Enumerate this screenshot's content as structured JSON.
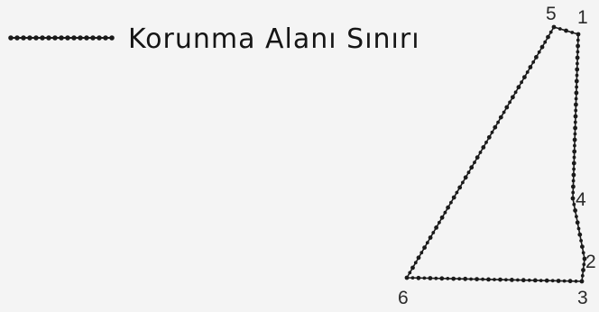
{
  "legend": {
    "label": "Korunma Alanı Sınırı"
  },
  "boundary": {
    "vertices": [
      {
        "id": "1",
        "label": "1"
      },
      {
        "id": "2",
        "label": "2"
      },
      {
        "id": "3",
        "label": "3"
      },
      {
        "id": "4",
        "label": "4"
      },
      {
        "id": "5",
        "label": "5"
      },
      {
        "id": "6",
        "label": "6"
      }
    ],
    "path_order": [
      "5",
      "1",
      "4",
      "2",
      "3",
      "6",
      "5"
    ],
    "line_color": "#1a1a1a"
  }
}
